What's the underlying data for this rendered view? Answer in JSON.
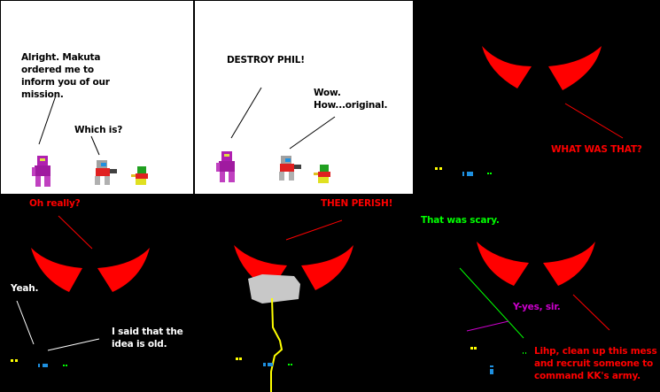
{
  "comic": {
    "panels": [
      {
        "id": 1,
        "background": "#ffffff",
        "dialogue": [
          {
            "speaker": "purple-robot",
            "text": "Alright. Makuta\nordered me to\ninform you of our\nmission.",
            "color": "#000000"
          },
          {
            "speaker": "gray-robot",
            "text": "Which is?",
            "color": "#000000"
          }
        ]
      },
      {
        "id": 2,
        "background": "#ffffff",
        "dialogue": [
          {
            "speaker": "purple-robot",
            "text": "DESTROY PHIL!",
            "color": "#000000"
          },
          {
            "speaker": "gray-robot",
            "text": "Wow.\nHow...original.",
            "color": "#000000"
          }
        ]
      },
      {
        "id": 3,
        "background": "#000000",
        "dialogue": [
          {
            "speaker": "makuta-eyes",
            "text": "WHAT WAS THAT?",
            "color": "#ff0000"
          }
        ]
      },
      {
        "id": 4,
        "background": "#000000",
        "dialogue": [
          {
            "speaker": "makuta-eyes",
            "text": "Oh really?",
            "color": "#ff0000"
          },
          {
            "speaker": "purple-robot",
            "text": "Yeah.",
            "color": "#ffffff"
          },
          {
            "speaker": "gray-robot",
            "text": "I said that the\nidea is old.",
            "color": "#ffffff"
          }
        ]
      },
      {
        "id": 5,
        "background": "#000000",
        "dialogue": [
          {
            "speaker": "makuta-eyes",
            "text": "THEN PERISH!",
            "color": "#ff0000"
          }
        ]
      },
      {
        "id": 6,
        "background": "#000000",
        "dialogue": [
          {
            "speaker": "green-robot",
            "text": "That was scary.",
            "color": "#00ff00"
          },
          {
            "speaker": "purple-robot",
            "text": "Y-yes, sir.",
            "color": "#cc00cc"
          },
          {
            "speaker": "makuta-eyes",
            "text": "Lihp, clean up this mess\nand recruit someone to\ncommand KK's army.",
            "color": "#ff0000"
          }
        ]
      }
    ]
  },
  "colors": {
    "eyes": "#ff0000",
    "cloud": "#c8c8c8",
    "lightning": "#ffff00",
    "purple_robot": "#b020b0",
    "gray_robot": "#a0a0a0",
    "green_robot": "#20a020",
    "blue_eyes": "#1e90e0"
  }
}
